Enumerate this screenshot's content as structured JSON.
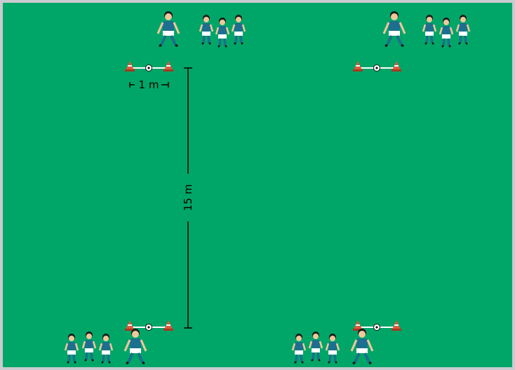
{
  "diagram": {
    "measure_width_label": "1 m",
    "measure_length_label": "15 m"
  },
  "colors": {
    "field": "#00a667",
    "border": "#c9cbd0",
    "shirt": "#1d6f8f",
    "shorts": "#ffffff",
    "skin": "#f0c89b",
    "cone": "#e2573a",
    "line": "#000000"
  },
  "stations": [
    {
      "name": "top-left"
    },
    {
      "name": "top-right"
    },
    {
      "name": "bottom-left"
    },
    {
      "name": "bottom-right"
    }
  ]
}
